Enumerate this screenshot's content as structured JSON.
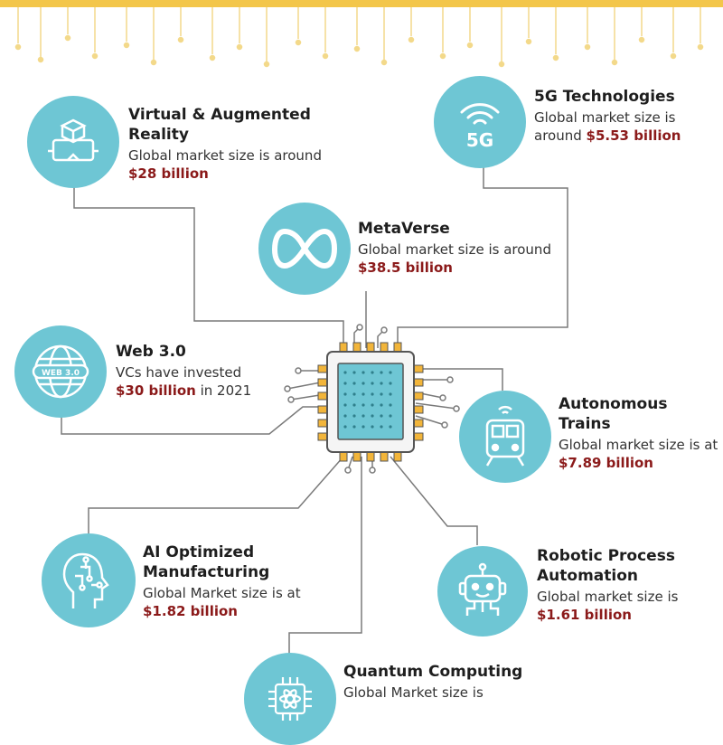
{
  "colors": {
    "circle": "#6ec6d4",
    "accent_value": "#8b1a1a",
    "wire": "#7a7a7a",
    "top_band": "#f3c64a"
  },
  "items": {
    "vr": {
      "title": "Virtual & Augmented Reality",
      "desc_before": "Global market size is around",
      "value": "$28 billion",
      "desc_after": "",
      "icon": "vr-headset-icon"
    },
    "fiveg": {
      "title": "5G Technologies",
      "desc_before": "Global market size is around",
      "value": "$5.53 billion",
      "desc_after": "",
      "icon": "5g-signal-icon",
      "icon_text": "5G"
    },
    "meta": {
      "title": "MetaVerse",
      "desc_before": "Global market size is around",
      "value": "$38.5 billion",
      "desc_after": "",
      "icon": "meta-infinity-icon"
    },
    "web3": {
      "title": "Web 3.0",
      "desc_before": "VCs have invested",
      "value": "$30 billion",
      "desc_after": "in 2021",
      "icon": "globe-web3-icon",
      "icon_text": "WEB 3.0"
    },
    "trains": {
      "title": "Autonomous Trains",
      "desc_before": "Global market size is at",
      "value": "$7.89 billion",
      "desc_after": "",
      "icon": "train-icon"
    },
    "ai": {
      "title": "AI Optimized Manufacturing",
      "desc_before": "Global Market size is at",
      "value": "$1.82 billion",
      "desc_after": "",
      "icon": "ai-head-icon"
    },
    "rpa": {
      "title": "Robotic Process Automation",
      "desc_before": "Global market size is",
      "value": "$1.61 billion",
      "desc_after": "",
      "icon": "robot-icon"
    },
    "quantum": {
      "title": "Quantum Computing",
      "desc_before": "Global Market size is",
      "value": "",
      "desc_after": "",
      "icon": "quantum-chip-icon"
    }
  }
}
